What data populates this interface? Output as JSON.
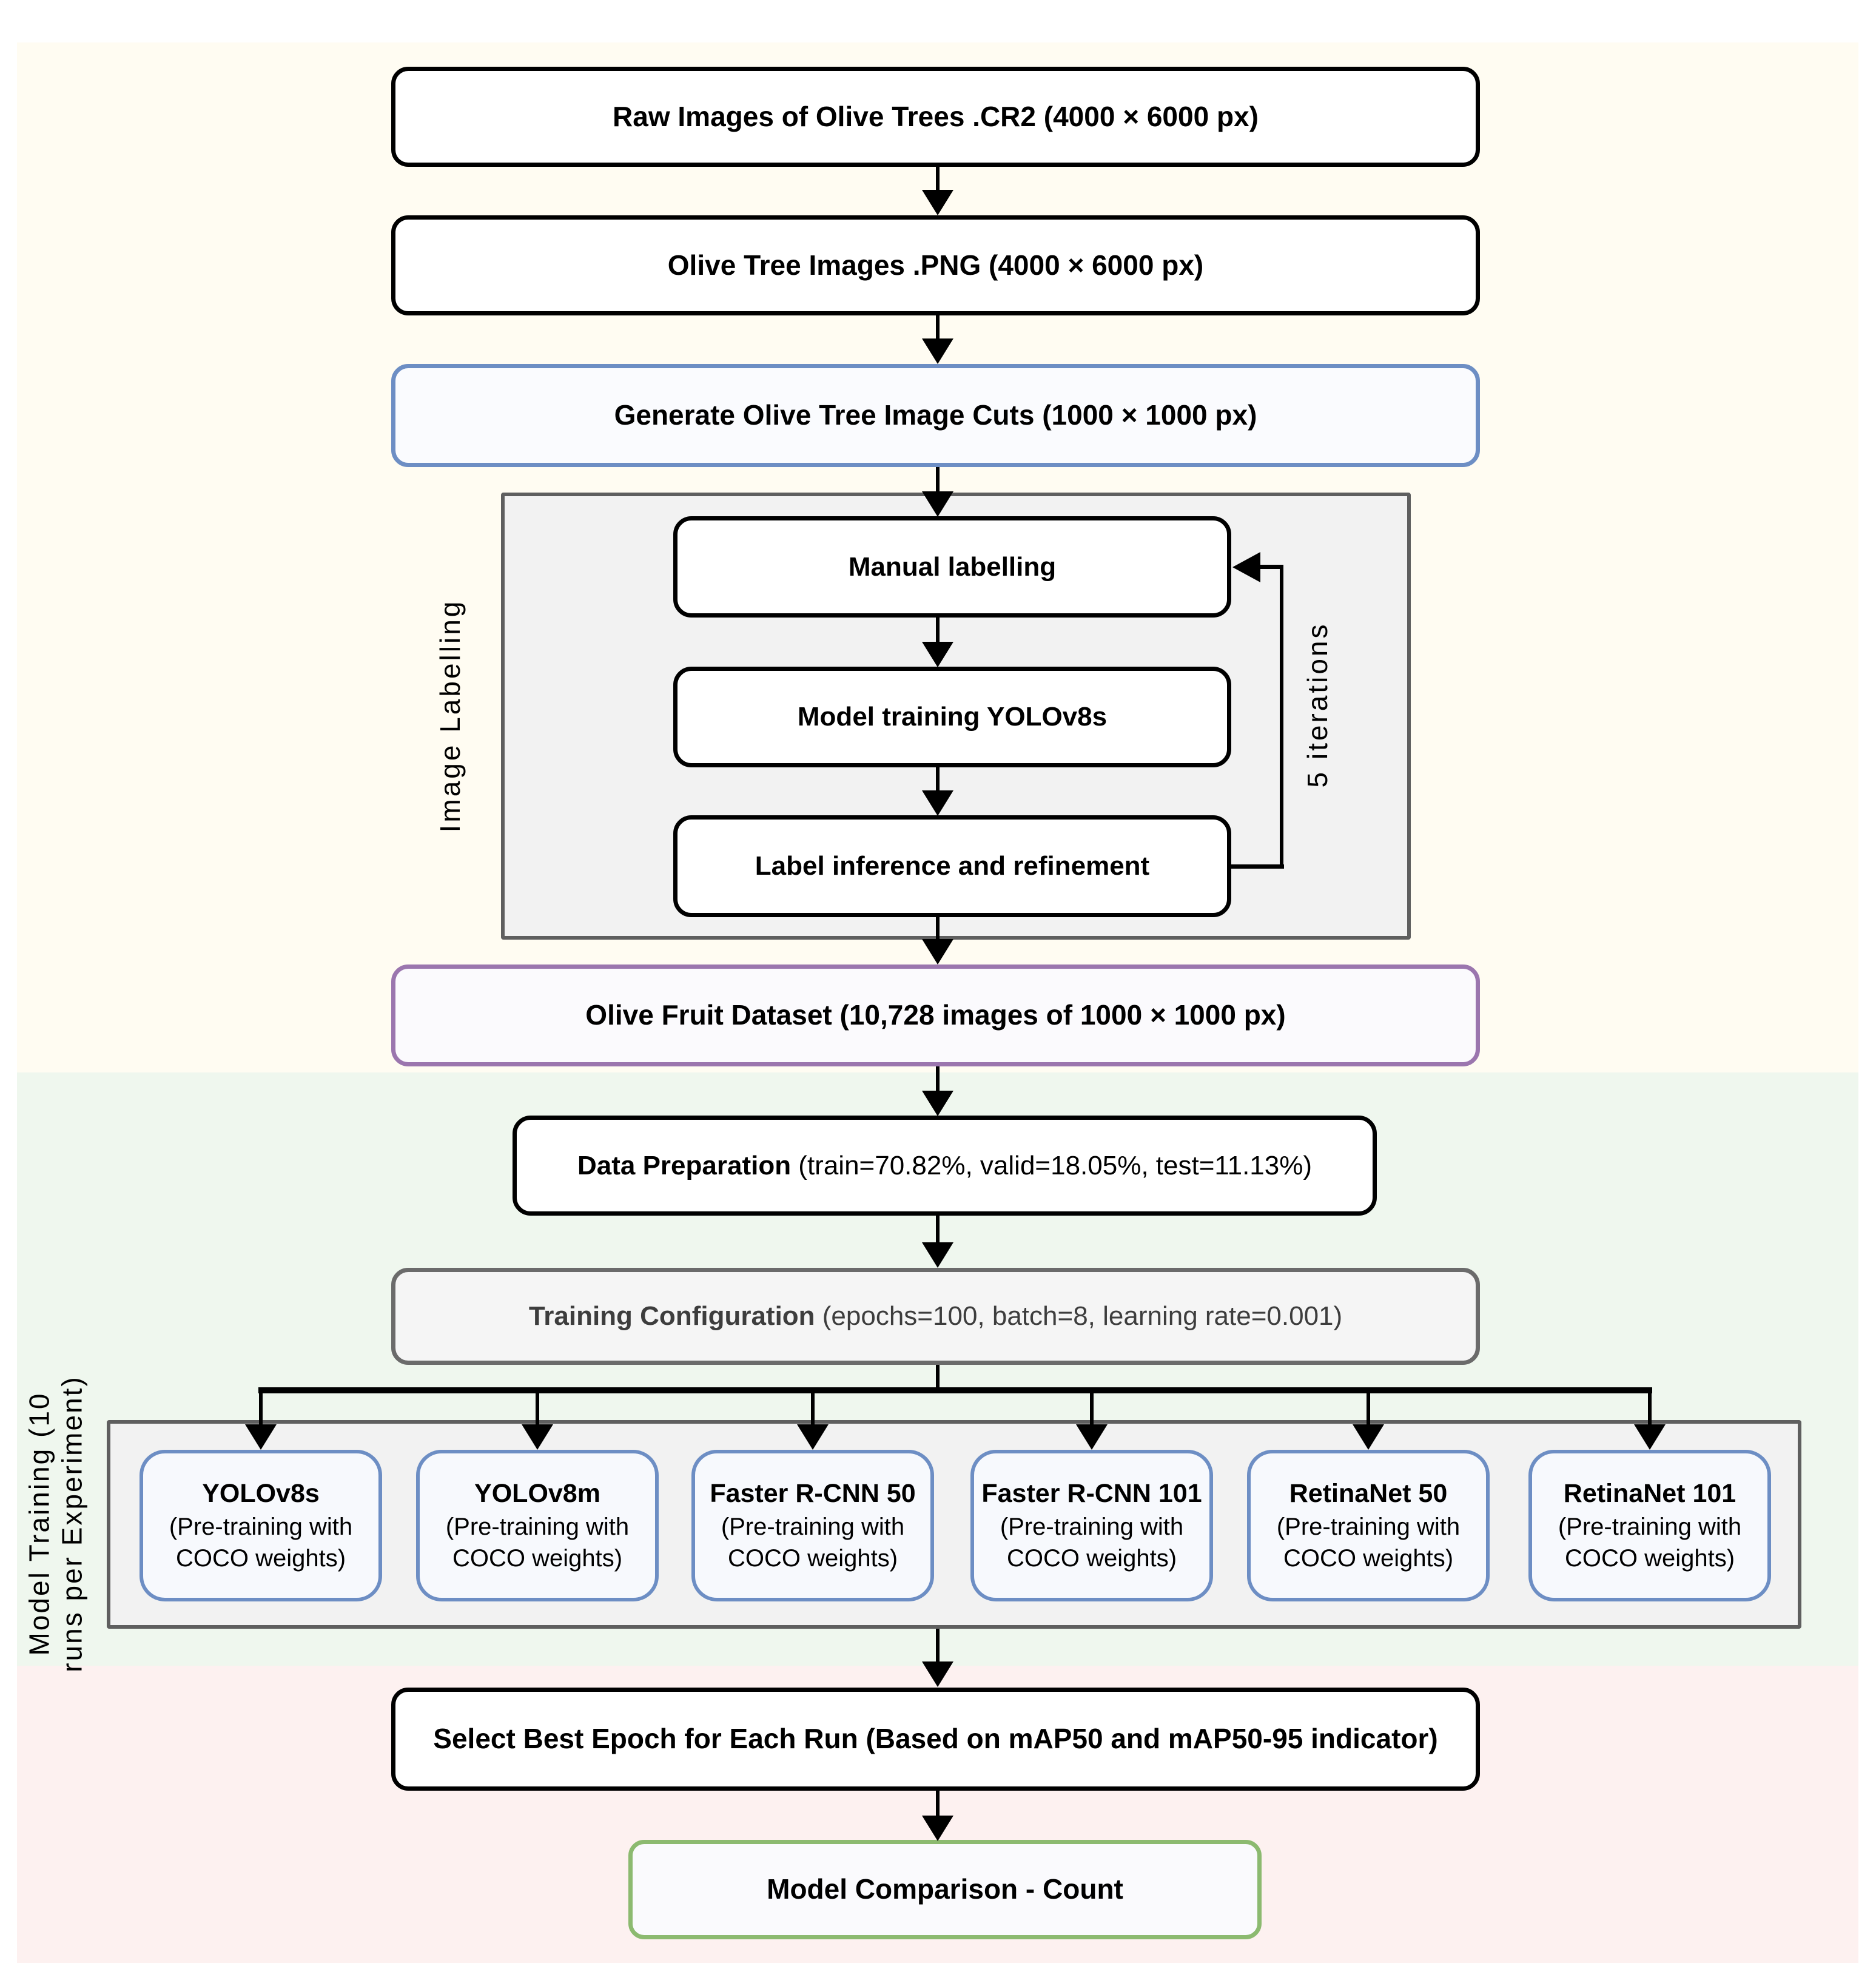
{
  "colors": {
    "band_top": "#FFFCF2",
    "band_mid": "#EFF7EE",
    "band_bot": "#FDF1F0",
    "blue_border": "#6D8EC4",
    "blue_fill": "#FAFBFE",
    "model_fill": "#F7F9FD",
    "purple_border": "#9B76AE",
    "purple_fill": "#FBFAFD",
    "green_border": "#8CBA70",
    "green_fill": "#FAFAFD",
    "gray_border": "#5F5F5F",
    "gray_fill": "#F2F2F2",
    "config_border": "#6B6B6B",
    "config_fill": "#F5F5F5",
    "line": "#000000"
  },
  "pipeline": {
    "raw_images": "Raw Images of Olive Trees .CR2 (4000 × 6000 px)",
    "png_images": "Olive Tree Images .PNG (4000 × 6000 px)",
    "image_cuts": "Generate Olive Tree Image Cuts (1000 × 1000 px)",
    "dataset": "Olive Fruit Dataset (10,728 images of 1000 × 1000 px)",
    "select_epoch": "Select Best Epoch for Each Run (Based on mAP50 and mAP50-95 indicator)",
    "comparison": "Model Comparison - Count"
  },
  "image_labelling": {
    "group_label": "Image Labelling",
    "manual": "Manual labelling",
    "training": "Model training YOLOv8s",
    "inference": "Label inference and refinement",
    "loop_label": "5 iterations"
  },
  "data_preparation": {
    "title": "Data Preparation",
    "detail": " (train=70.82%, valid=18.05%, test=11.13%)"
  },
  "training_configuration": {
    "title": "Training Configuration",
    "detail": " (epochs=100, batch=8, learning rate=0.001)"
  },
  "model_training": {
    "group_label_line1": "Model Training (10",
    "group_label_line2": "runs per Experiment)",
    "models": [
      {
        "name": "YOLOv8s",
        "pretrain": "(Pre-training with COCO weights)"
      },
      {
        "name": "YOLOv8m",
        "pretrain": "(Pre-training with COCO weights)"
      },
      {
        "name": "Faster R-CNN 50",
        "pretrain": "(Pre-training with COCO weights)"
      },
      {
        "name": "Faster R-CNN 101",
        "pretrain": "(Pre-training with COCO weights)"
      },
      {
        "name": "RetinaNet 50",
        "pretrain": "(Pre-training with COCO weights)"
      },
      {
        "name": "RetinaNet 101",
        "pretrain": "(Pre-training with COCO weights)"
      }
    ]
  }
}
